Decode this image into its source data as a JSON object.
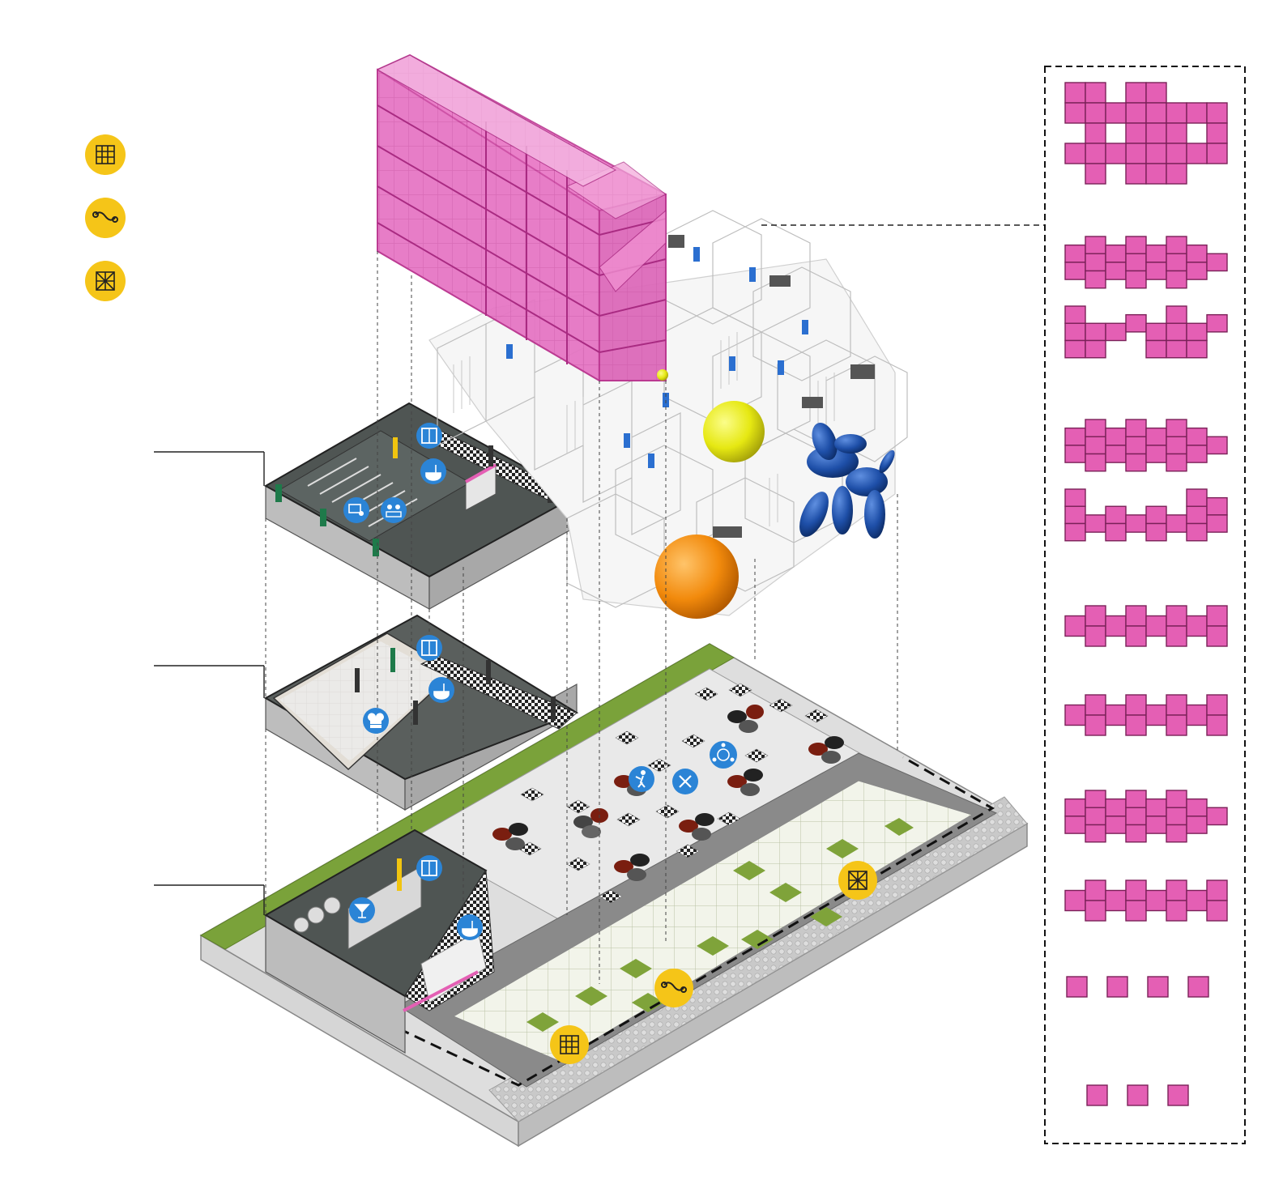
{
  "colors": {
    "accent_pink": "#e45fb4",
    "pink_outline": "#c0398f",
    "badge_yellow": "#f5c518",
    "badge_blue": "#2b84d6",
    "grass_green": "#7aa23a",
    "concrete": "#cfcfcf",
    "dark_floor": "#4f5553",
    "plaza_floor": "#e8e8e8",
    "sphere_yellow": "#e8ea12",
    "sphere_orange": "#f28a0c",
    "balloon_dog_blue": "#1e4fa8"
  },
  "legend": [
    {
      "icon": "building-icon"
    },
    {
      "icon": "route-path-icon"
    },
    {
      "icon": "scaffold-icon"
    }
  ],
  "diagram": {
    "levels": [
      {
        "name": "upper-floor",
        "icons": [
          "elevator-icon",
          "washbasin-icon",
          "teacher-icon",
          "workshop-icon"
        ]
      },
      {
        "name": "middle-floor",
        "icons": [
          "elevator-icon",
          "washbasin-icon",
          "chef-icon"
        ]
      },
      {
        "name": "ground-floor",
        "icons": [
          "elevator-icon",
          "washbasin-icon",
          "cocktail-icon"
        ]
      }
    ],
    "plaza_icons": [
      "community-icon",
      "performer-icon",
      "dining-icon",
      "building-icon",
      "route-path-icon",
      "scaffold-icon"
    ],
    "sculptures": [
      "yellow-sphere",
      "orange-sphere",
      "blue-balloon-dog"
    ]
  },
  "module_panel": {
    "rows": [
      {
        "type": "enclosed-block"
      },
      {
        "type": "linked-row"
      },
      {
        "type": "stepped-row"
      },
      {
        "type": "linked-row"
      },
      {
        "type": "u-shape-row"
      },
      {
        "type": "staggered-row"
      },
      {
        "type": "staggered-row"
      },
      {
        "type": "linked-row"
      },
      {
        "type": "staggered-row"
      },
      {
        "type": "single-cells-4",
        "count": 4
      },
      {
        "type": "single-cells-3",
        "count": 3
      }
    ]
  }
}
